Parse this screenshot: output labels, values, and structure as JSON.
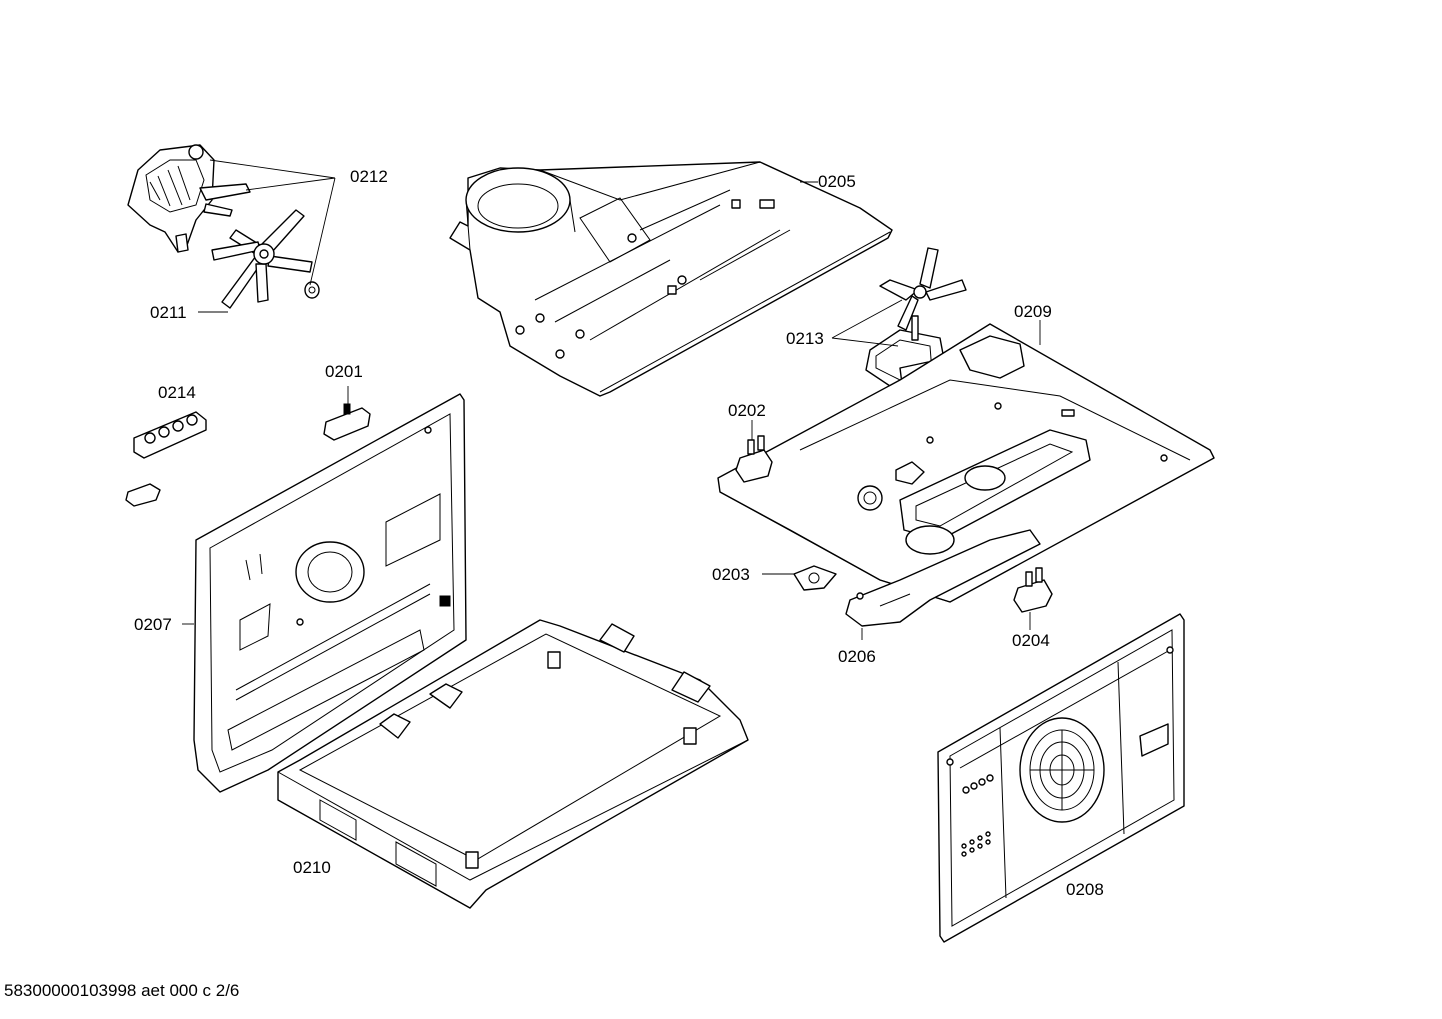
{
  "callouts": {
    "c0201": "0201",
    "c0202": "0202",
    "c0203": "0203",
    "c0204": "0204",
    "c0205": "0205",
    "c0206": "0206",
    "c0207": "0207",
    "c0208": "0208",
    "c0209": "0209",
    "c0210": "0210",
    "c0211": "0211",
    "c0212": "0212",
    "c0213": "0213",
    "c0214": "0214"
  },
  "document_reference": "58300000103998 aet 000 c 2/6"
}
